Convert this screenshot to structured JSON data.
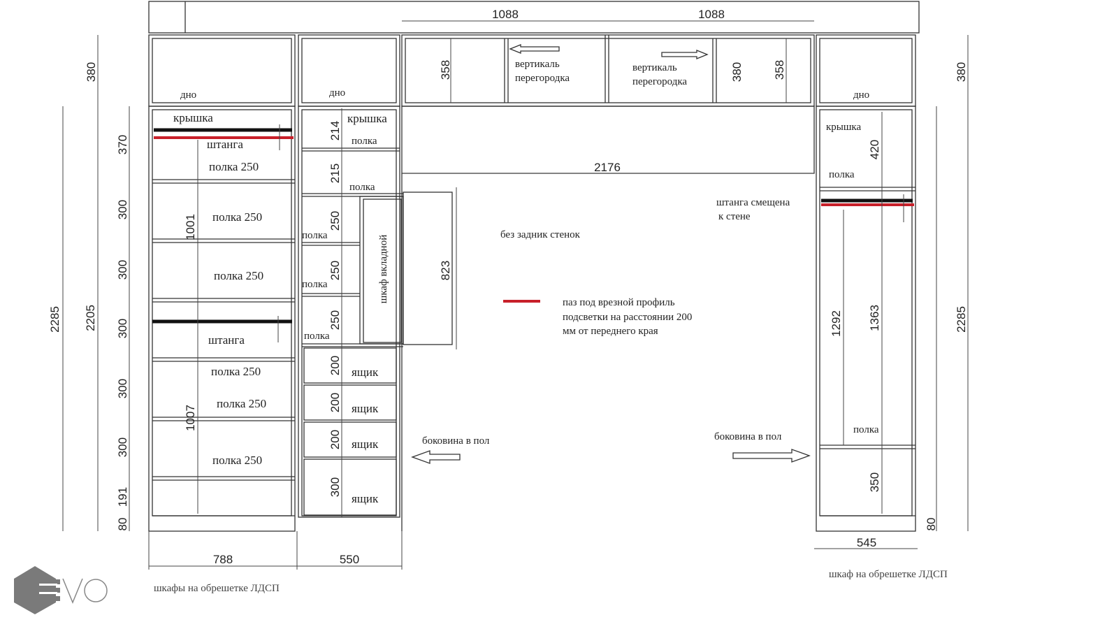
{
  "dimensions": {
    "top_1088_left": "1088",
    "top_1088_right": "1088",
    "mezz_left_380": "380",
    "mezz_358_a": "358",
    "mezz_380_mid": "380",
    "mezz_358_b": "358",
    "mezz_right_380": "380",
    "overall_left_2285": "2285",
    "overall_right_2285": "2285",
    "inner_2205": "2205",
    "left_sections": [
      "370",
      "300",
      "300",
      "300",
      "300",
      "300",
      "191",
      "80"
    ],
    "left_1001": "1001",
    "left_1007": "1007",
    "mid_sections": [
      "214",
      "215",
      "250",
      "250",
      "250"
    ],
    "drawers": [
      "200",
      "200",
      "200",
      "300"
    ],
    "insert_823": "823",
    "crown_2176": "2176",
    "right_420": "420",
    "right_1292": "1292",
    "right_1363": "1363",
    "right_350": "350",
    "right_80": "80",
    "bottom_788": "788",
    "bottom_550": "550",
    "bottom_545": "545"
  },
  "labels": {
    "dno": "дно",
    "kryshka": "крышка",
    "shtanga": "штанга",
    "polka": "полка",
    "polka_250": "полка 250",
    "yashchik": "ящик",
    "shkaf_vkladnoy": "шкаф вкладной",
    "vertikal": "вертикаль",
    "peregorodka": "перегородка",
    "bez_zadnik": "без задник стенок",
    "legend_line1": "паз под  врезной  профиль",
    "legend_line2": "подсветки   на расстоянии 200",
    "legend_line3": "мм от переднего края",
    "bokovina": "боковина в пол",
    "shtanga_smeshchena_1": "штанга смещена",
    "shtanga_smeshchena_2": "к стене",
    "note_left": "шкафы на обрешетке ЛДСП",
    "note_right": "шкаф на обрешетке ЛДСП"
  },
  "logo": {
    "text": "EVO"
  },
  "colors": {
    "groove": "#c8202a",
    "line": "#333333"
  }
}
